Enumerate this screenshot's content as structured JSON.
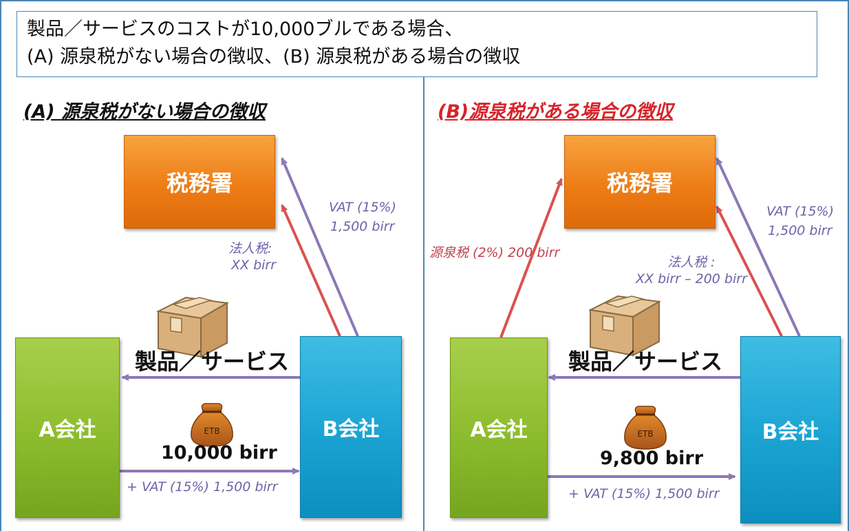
{
  "header": {
    "line1": "製品／サービスのコストが10,000ブルである場合、",
    "line2": "(A) 源泉税がない場合の徴収、(B) 源泉税がある場合の徴収"
  },
  "colors": {
    "frame": "#4a86b8",
    "tax_office": "#ee7d16",
    "company_a": "#8cbc2e",
    "company_b": "#1aa3d2",
    "arrow_purple": "#8c79b8",
    "arrow_red": "#d9534f",
    "title_b_red": "#d6242a"
  },
  "panel_a": {
    "title": "(A) 源泉税がない場合の徴収",
    "tax_office": "税務署",
    "company_a": "A会社",
    "company_b": "B会社",
    "vat_label_1": "VAT (15%)",
    "vat_label_2": "1,500 birr",
    "corp_tax_1": "法人税:",
    "corp_tax_2": "XX birr",
    "goods": "製品／サービス",
    "bag_text": "ETB",
    "payment": "10,000 birr",
    "payment_vat": "+ VAT (15%) 1,500 birr",
    "box_icon": "cardboard-box-icon",
    "bag_icon": "money-bag-icon"
  },
  "panel_b": {
    "title": "(B)源泉税がある場合の徴収",
    "tax_office": "税務署",
    "company_a": "A会社",
    "company_b": "B会社",
    "vat_label_1": "VAT (15%)",
    "vat_label_2": "1,500 birr",
    "withholding": "源泉税 (2%) 200 birr",
    "corp_tax_1": "法人税 :",
    "corp_tax_2": "XX birr – 200 birr",
    "goods": "製品／サービス",
    "bag_text": "ETB",
    "payment": "9,800 birr",
    "payment_vat": "+ VAT (15%) 1,500 birr",
    "box_icon": "cardboard-box-icon",
    "bag_icon": "money-bag-icon"
  }
}
